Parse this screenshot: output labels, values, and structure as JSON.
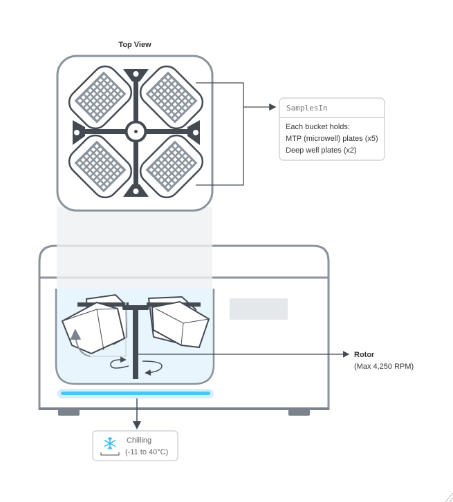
{
  "top_view": {
    "title": "Top View"
  },
  "samples_box": {
    "header": "SamplesIn",
    "lines": [
      "Each bucket holds:",
      "MTP (microwell) plates (x5)",
      "Deep well plates (x2)"
    ]
  },
  "rotor": {
    "title": "Rotor",
    "subtitle": "(Max 4,250 RPM)"
  },
  "chilling": {
    "title": "Chilling",
    "range": "(-11 to 40°C)",
    "icon": "snowflake-icon"
  },
  "colors": {
    "outline": "#8a939b",
    "dark": "#434a52",
    "chamber": "#e8f5fc",
    "chill": "#4fc3f7",
    "snow": "#29b6f6"
  }
}
